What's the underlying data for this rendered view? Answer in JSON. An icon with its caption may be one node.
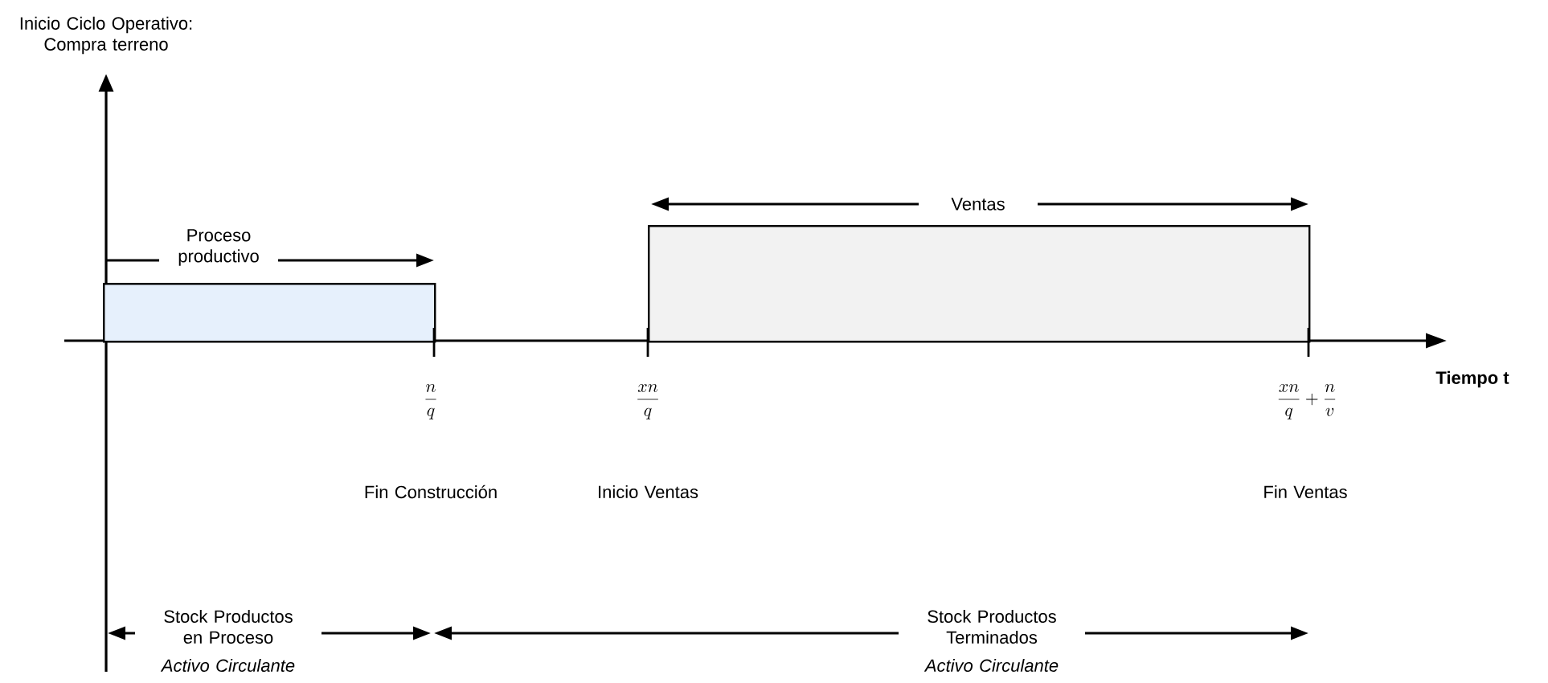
{
  "diagram": {
    "nodes": [
      {
        "text": [
          "Proceso productivo"
        ]
      },
      {
        "text": [
          "Ventas"
        ]
      }
    ],
    "labels": [
      "Inicio Ciclo Operativo: Compra terreno",
      "Tiempo t",
      "\\frac{n}{q}",
      "\\frac{xn}{q}",
      "\\frac{xn}{q}+\\frac{n}{v}",
      "Fin Construcción",
      "Inicio Ventas",
      "Fin Ventas",
      "Stock Productos en Proceso",
      "Activo Circulante",
      "Stock Productos Terminados",
      "Activo Circulante"
    ]
  }
}
